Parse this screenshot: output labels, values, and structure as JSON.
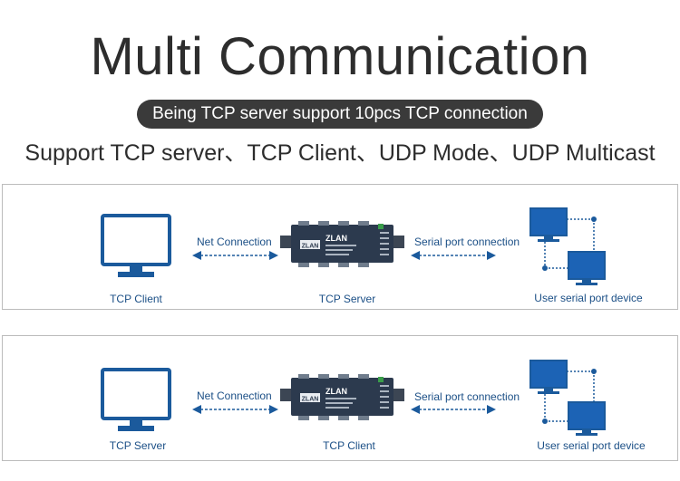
{
  "header": {
    "title": "Multi Communication",
    "badge": "Being TCP server support 10pcs TCP connection",
    "modes": "Support TCP server、TCP Client、UDP Mode、UDP Multicast"
  },
  "panels": [
    {
      "left_caption": "TCP Client",
      "center_caption": "TCP Server",
      "right_caption": "User serial port device",
      "left_link_label": "Net Connection",
      "right_link_label": "Serial port connection",
      "device_brand": "ZLAN",
      "device_badge": "ZLAN"
    },
    {
      "left_caption": "TCP Server",
      "center_caption": "TCP Client",
      "right_caption": "User serial port device",
      "left_link_label": "Net Connection",
      "right_link_label": "Serial port connection",
      "device_brand": "ZLAN",
      "device_badge": "ZLAN"
    }
  ],
  "colors": {
    "accent_blue": "#1b5a9c",
    "screen_blue": "#1c63b5",
    "device_dark": "#2c3a4e",
    "badge_dark": "#3a3a3a"
  }
}
